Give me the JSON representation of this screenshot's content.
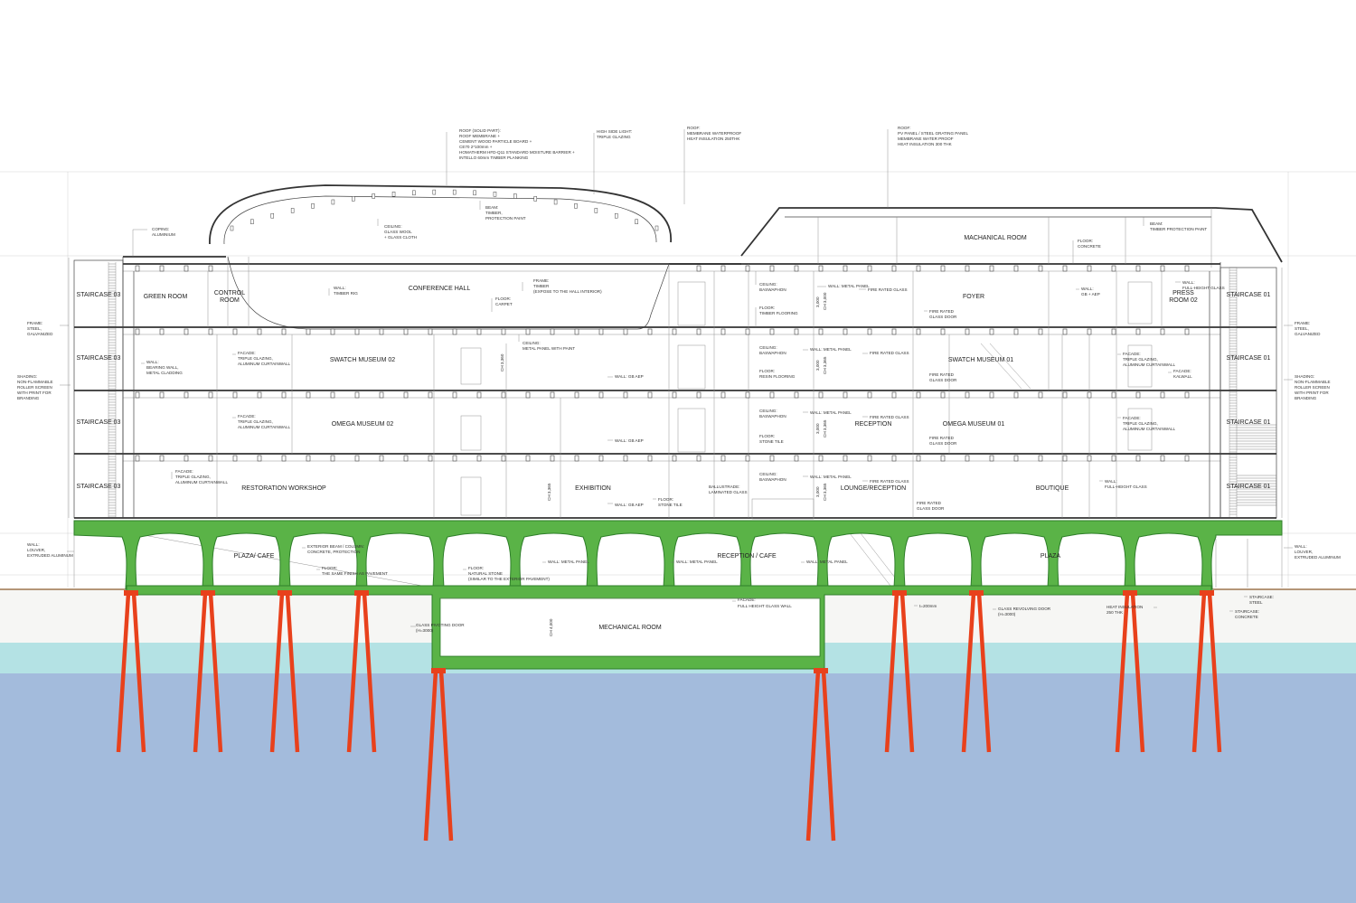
{
  "drawing": {
    "colors": {
      "structure": "#5ab347",
      "structure_edge": "#2f7f2a",
      "piles": "#e8411c",
      "water": "#b4e2e4",
      "ground": "#a3bbdc",
      "soil_line": "#8b5a2b",
      "linework": "#444444"
    },
    "rooms": {
      "staircase_03": "STAIRCASE 03",
      "staircase_01": "STAIRCASE 01",
      "green_room": "GREEN ROOM",
      "control_room_1": "CONTROL",
      "control_room_2": "ROOM",
      "conference_hall": "CONFERENCE HALL",
      "mechanical_room_top": "MACHANICAL ROOM",
      "foyer": "FOYER",
      "press_room_1": "PRESS",
      "press_room_2": "ROOM 02",
      "swatch_museum_02": "SWATCH MUSEUM 02",
      "swatch_museum_01": "SWATCH MUSEUM 01",
      "omega_museum_02": "OMEGA MUSEUM 02",
      "omega_museum_01": "OMEGA MUSEUM 01",
      "reception": "RECEPTION",
      "restoration_workshop": "RESTORATION WORKSHOP",
      "exhibition": "EXHIBITION",
      "lounge_reception": "LOUNGE/RECEPTION",
      "boutique": "BOUTIQUE",
      "plaza_cafe": "PLAZA/ CAFE",
      "reception_cafe": "RECEPTION / CAFE",
      "plaza": "PLAZA",
      "mechanical_room_bottom": "MECHANICAL ROOM"
    },
    "notes": {
      "roof_solid_1": "ROOF (SOLID PART):",
      "roof_solid_2": "ROOF MEMBRANE +",
      "roof_solid_3": "CEMENT WOOD PARTICLE BOARD +",
      "roof_solid_4": "CE70 2*100mm +",
      "roof_solid_5": "HOMATHERM HFD-Q11 STANDARD MOISTURE BARRIER +",
      "roof_solid_6": "INTELLO 60mm TIMBER PLANKING",
      "high_side_1": "HIGH SIDE LIGHT:",
      "high_side_2": "TRIPLE GLAZING",
      "roof_mem_1": "ROOF:",
      "roof_mem_2": "MEMBRANE WATERPROOF",
      "roof_mem_3": "HEAT INSULATION 250THK",
      "roof_pv_1": "ROOF:",
      "roof_pv_2": "PV PANEL / STEEL GRATING PANEL",
      "roof_pv_3": "MEMBRANE WATER PROOF",
      "roof_pv_4": "HEAT INSULATION 300 THK",
      "coping_1": "COPING:",
      "coping_2": "ALUMINIUM",
      "ceiling_gw_1": "CEILING:",
      "ceiling_gw_2": "GLASS WOOL",
      "ceiling_gw_3": "+ GLASS CLOTH",
      "beam_tp_1": "BEAM:",
      "beam_tp_2": "TIMBER,",
      "beam_tp_3": "PROTECTION PAINT",
      "beam_r_1": "BEAM:",
      "beam_r_2": "TIMBER PROTECTION PAINT",
      "floor_conc_1": "FLOOR:",
      "floor_conc_2": "CONCRETE",
      "frame_timber_1": "FRAME:",
      "frame_timber_2": "TIMBER",
      "frame_timber_3": "(EXPOSE TO THE HALL INTERIOR)",
      "wall_timber_1": "WALL:",
      "wall_timber_2": "TIMBER RIG",
      "floor_carpet_1": "FLOOR:",
      "floor_carpet_2": "CARPET",
      "ceiling_bas_1": "CEILING:",
      "ceiling_bas_2": "BASWAPHON",
      "wall_metal_panel": "WALL: METAL PANEL",
      "fire_rated_glass": "FIRE RATED GLASS",
      "fire_door_1": "FIRE RATED",
      "fire_door_2": "GLASS DOOR",
      "wall_gb_1": "WALL:",
      "wall_gb_2": "GB + AEP",
      "wall_fh_1": "WALL:",
      "wall_fh_2": "FULL-HEIGHT GLASS",
      "floor_timber_1": "FLOOR:",
      "floor_timber_2": "TIMBER FLOORING",
      "frame_steel_1": "FRAME:",
      "frame_steel_2": "STEEL,",
      "frame_steel_3": "GALVANIZED",
      "wall_bearing_1": "WALL:",
      "wall_bearing_2": "BEARING WALL,",
      "wall_bearing_3": "METAL CLADDING",
      "facade_tg_1": "FACADE:",
      "facade_tg_2": "TRIPLE GLAZING,",
      "facade_tg_3": "ALUMINUM CURTAINWALL",
      "ceiling_metal_1": "CEILING:",
      "ceiling_metal_2": "METAL PANEL WITH PAINT",
      "wall_gb_aep": "WALL: GB AEP",
      "floor_resin_1": "FLOOR:",
      "floor_resin_2": "RESIN FLOORING",
      "facade_kal_1": "FACADE:",
      "facade_kal_2": "KALWALL",
      "shading_1": "SHADING:",
      "shading_2": "NON-FLAMMABLE",
      "shading_3": "ROLLER SCREEN",
      "shading_4": "WITH PRINT FOR",
      "shading_5": "BRANDING",
      "floor_stone_1": "FLOOR:",
      "floor_stone_2": "STONE TILE",
      "floor_stone_inline": "FLOOR:",
      "stone_tile_inline": "STONE TILE",
      "wall_fh_glass_1": "WALL:",
      "wall_fh_glass_2": "FULL-HEIGHT GLASS",
      "ballustrade_1": "BALLUSTRADE:",
      "ballustrade_2": "LAMINATED GLASS",
      "wall_louver_1": "WALL:",
      "wall_louver_2": "LOUVER,",
      "wall_louver_3": "EXTRUDED ALUMINUM",
      "ext_beam": "EXTERIOR BEAM / COLUMN:",
      "ext_beam_2": "CONCRETE, PROTECTION",
      "floor_same_1": "FLOOR:",
      "floor_same_2": "THE SAME FINISH AS PAVEMENT",
      "floor_nat_1": "FLOOR:",
      "floor_nat_2": "NATURAL STONE",
      "floor_nat_3": "(SIMILAR TO THE EXTERIOR PAVEMENT)",
      "facade_fh_1": "FACADE:",
      "facade_fh_2": "FULL HEIGHT GLASS WALL",
      "glass_pivot_1": "GLASS PIVOTING DOOR",
      "glass_pivot_2": "(H=3000)",
      "glass_rev_1": "GLASS REVOLVING DOOR",
      "glass_rev_2": "(H=3000)",
      "t200": "t=200mm",
      "heat_ins_1": "HEAT INSULATION",
      "heat_ins_2": "250 THK",
      "stair_steel_1": "STAIRCASE:",
      "stair_steel_2": "STEEL",
      "stair_conc_1": "STAIRCASE:",
      "stair_conc_2": "CONCRETE"
    },
    "dims": {
      "ch3000": "CH 3,000",
      "ch3365": "CH 3,365",
      "ch3360": "CH 3,360",
      "d3000": "3,000",
      "ch4000": "CH 4,000"
    }
  }
}
